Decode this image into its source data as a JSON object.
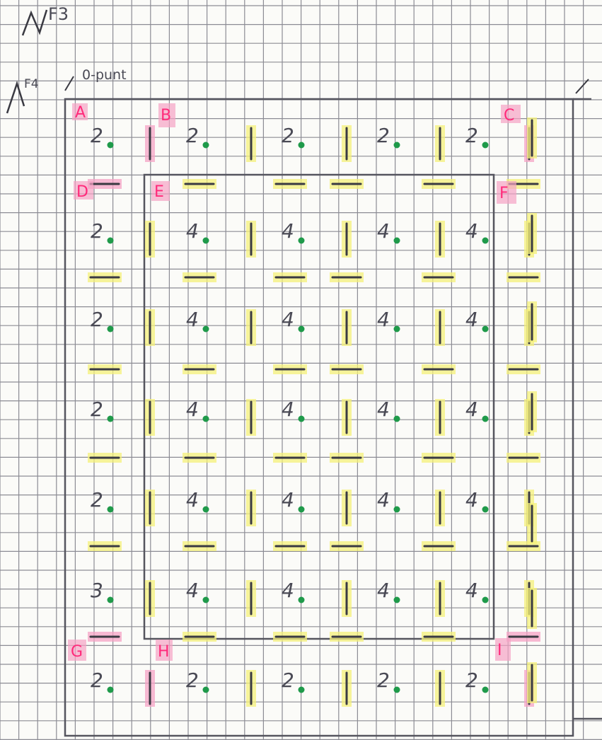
{
  "header": {
    "title": "F3",
    "subtitle": "F4",
    "caption": "0-punt"
  },
  "corner_labels": [
    "A",
    "B",
    "C",
    "D",
    "E",
    "F",
    "G",
    "H",
    "I"
  ],
  "cell_values": [
    [
      "2",
      "2",
      "2",
      "2",
      "2"
    ],
    [
      "2",
      "4",
      "4",
      "4",
      "4"
    ],
    [
      "2",
      "4",
      "4",
      "4",
      "4"
    ],
    [
      "2",
      "4",
      "4",
      "4",
      "4"
    ],
    [
      "2",
      "4",
      "4",
      "4",
      "4"
    ],
    [
      "3",
      "4",
      "4",
      "4",
      "4"
    ],
    [
      "2",
      "2",
      "2",
      "2",
      "2"
    ]
  ],
  "colors": {
    "grid": "#8c8c94",
    "ink": "#3a3a42",
    "highlight_yellow": "#f4f07a",
    "highlight_pink": "#f5a3c5",
    "dot_green": "#1f9a4a"
  }
}
